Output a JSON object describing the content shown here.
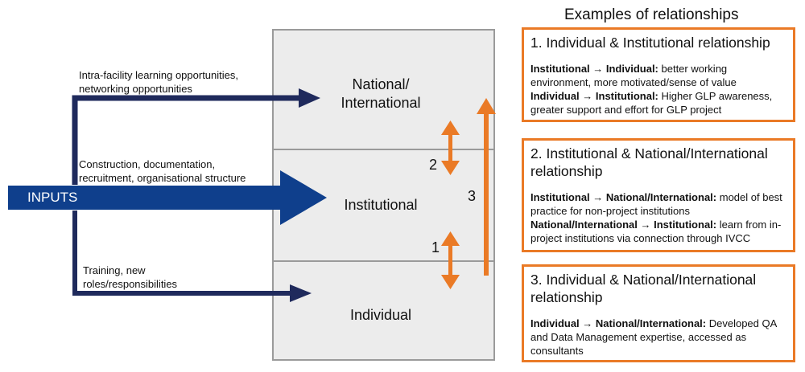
{
  "inputs": {
    "label": "INPUTS"
  },
  "arrows": {
    "top": "Intra-facility learning opportunities,\nnetworking opportunities",
    "middle": "Construction, documentation,\nrecruitment, organisational structure",
    "bottom": "Training, new\nroles/responsibilities"
  },
  "levels": {
    "national": "National/\nInternational",
    "institutional": "Institutional",
    "individual": "Individual"
  },
  "relationship_numbers": {
    "one": "1",
    "two": "2",
    "three": "3"
  },
  "examples": {
    "title": "Examples of relationships",
    "boxes": [
      {
        "title": "1. Individual & Institutional relationship",
        "lines": [
          {
            "bold": "Institutional → Individual:",
            "text": " better working environment, more motivated/sense of value"
          },
          {
            "bold": "Individual → Institutional:",
            "text": " Higher GLP awareness, greater support and effort for GLP project"
          }
        ]
      },
      {
        "title": "2. Institutional & National/International relationship",
        "lines": [
          {
            "bold": "Institutional → National/International:",
            "text": " model of best practice for non-project institutions"
          },
          {
            "bold": "National/International → Institutional:",
            "text": " learn from in-project institutions via connection through IVCC"
          }
        ]
      },
      {
        "title": "3. Individual & National/International relationship",
        "lines": [
          {
            "bold": "Individual → National/International:",
            "text": " Developed QA and Data Management expertise, accessed as consultants"
          }
        ]
      }
    ]
  },
  "colors": {
    "navy": "#1f2a5c",
    "blue": "#0f3f8c",
    "orange": "#ea7a26",
    "panel": "#ececec",
    "panel_border": "#9a9a9a"
  }
}
